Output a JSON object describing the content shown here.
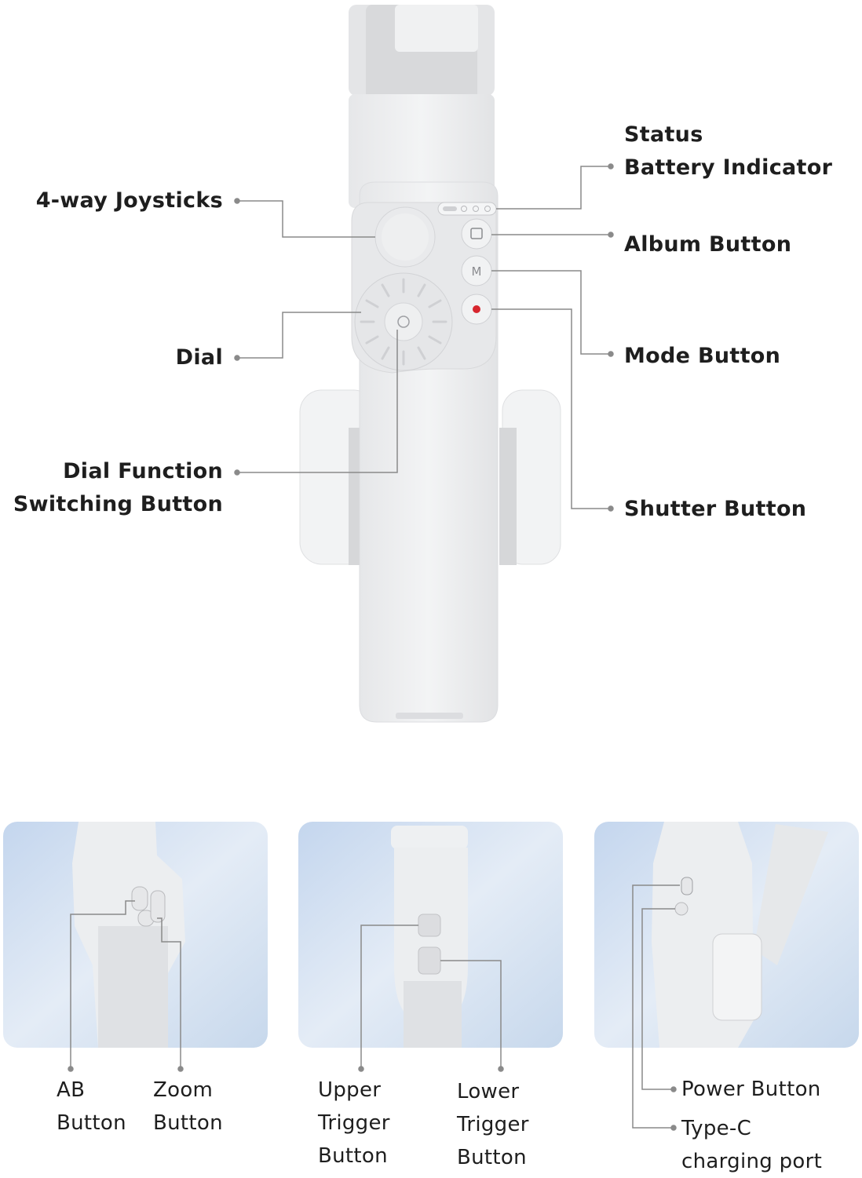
{
  "main_labels": {
    "status_battery": "Status\nBattery Indicator",
    "joysticks": "4-way Joysticks",
    "album": "Album Button",
    "dial": "Dial",
    "mode": "Mode Button",
    "dial_function": "Dial Function\nSwitching Button",
    "shutter": "Shutter Button"
  },
  "panel_labels": {
    "ab": "AB\nButton",
    "zoom": "Zoom\nButton",
    "upper_trigger": "Upper\nTrigger\nButton",
    "lower_trigger": "Lower\nTrigger\nButton",
    "power": "Power Button",
    "type_c": "Type-C\ncharging port"
  },
  "colors": {
    "device_body": "#ecedee",
    "device_shadow": "#d9dadc",
    "panel_bg": "#c9d9ec",
    "leader_line": "#8a8a8a",
    "shutter_dot": "#d7262e"
  }
}
